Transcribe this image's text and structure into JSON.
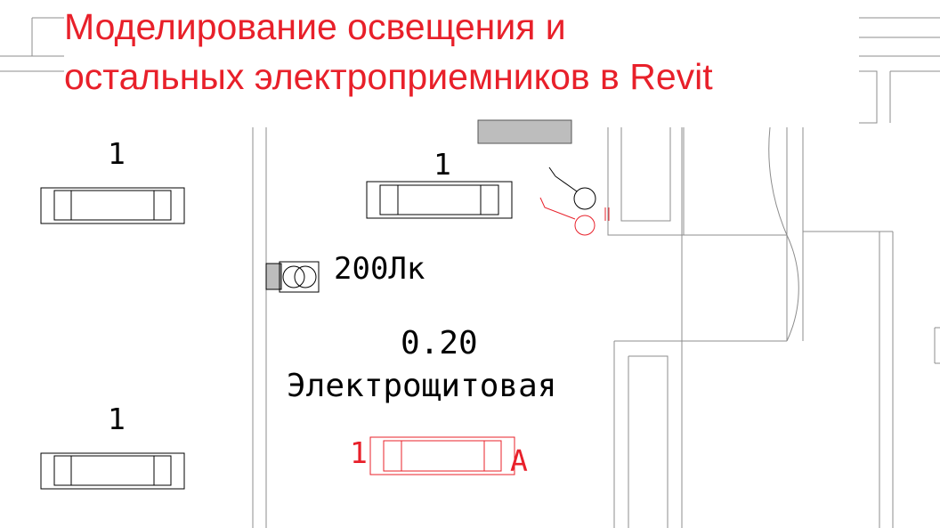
{
  "title": {
    "line1": "Моделирование освещения и",
    "line2": "остальных электроприемников в Revit"
  },
  "plan": {
    "luminaire_group_top_left": "1",
    "luminaire_group_top_center": "1",
    "luminaire_group_bottom_left": "1",
    "illuminance": "200Лк",
    "room_number": "0.20",
    "room_name": "Электрощитовая",
    "selected_group": "1",
    "selected_phase": "A"
  },
  "colors": {
    "title": "#e8202a",
    "selection": "#e8202a",
    "lines": "#000000",
    "wall": "#8c8c8c",
    "equipment_fill": "#bdbdbd"
  }
}
